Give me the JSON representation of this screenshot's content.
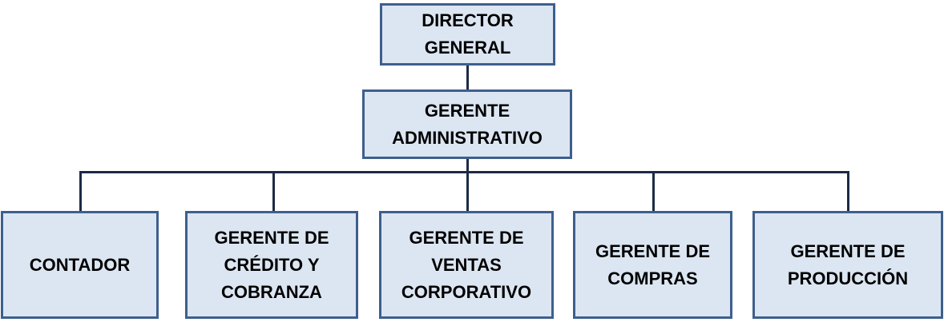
{
  "chart": {
    "director": "DIRECTOR\nGENERAL",
    "admin": "GERENTE\nADMINISTRATIVO",
    "subordinates": [
      "CONTADOR",
      "GERENTE DE\nCRÉDITO Y\nCOBRANZA",
      "GERENTE DE\nVENTAS\nCORPORATIVO",
      "GERENTE DE\nCOMPRAS",
      "GERENTE DE\nPRODUCCIÓN"
    ]
  }
}
